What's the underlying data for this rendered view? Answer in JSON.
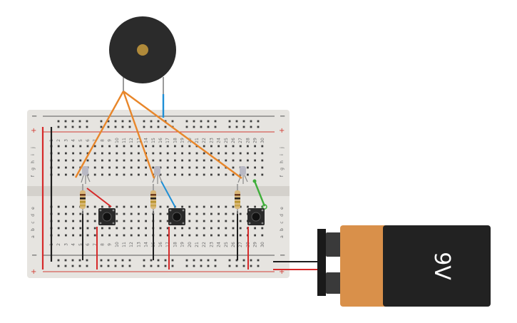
{
  "canvas": {
    "background": "#ffffff"
  },
  "breadboard": {
    "body_color": "#e6e4e0",
    "hole_color": "#3d3d3d",
    "rail_red": "#d23b33",
    "rail_blue": "#5a5a5a",
    "rail_minus_label": "−",
    "rail_plus_label": "+",
    "row_letters_top": [
      "j",
      "i",
      "h",
      "g",
      "f"
    ],
    "row_letters_bottom": [
      "e",
      "d",
      "c",
      "b",
      "a"
    ],
    "column_numbers": [
      "1",
      "2",
      "3",
      "4",
      "5",
      "6",
      "7",
      "8",
      "9",
      "10",
      "11",
      "12",
      "13",
      "14",
      "15",
      "16",
      "17",
      "18",
      "19",
      "20",
      "21",
      "22",
      "23",
      "24",
      "25",
      "26",
      "27",
      "28",
      "29",
      "30"
    ]
  },
  "components": {
    "buzzer": {
      "body_color": "#2b2b2b",
      "center_color": "#b08a3a"
    },
    "battery": {
      "label": "9V",
      "body_color": "#222222",
      "wrap_color": "#d9904a",
      "terminal_color": "#3a3a3a"
    },
    "leds": [
      {
        "name": "led-1",
        "color": "#b9b9c4"
      },
      {
        "name": "led-2",
        "color": "#b9b9c4"
      },
      {
        "name": "led-3",
        "color": "#b9b9c4"
      }
    ],
    "resistors": [
      {
        "name": "resistor-1",
        "body": "#d9b87a"
      },
      {
        "name": "resistor-2",
        "body": "#d9b87a"
      },
      {
        "name": "resistor-3",
        "body": "#d9b87a"
      }
    ],
    "buttons": [
      {
        "name": "pushbutton-1"
      },
      {
        "name": "pushbutton-2"
      },
      {
        "name": "pushbutton-3"
      }
    ]
  },
  "wire_colors": {
    "orange": "#e8862a",
    "blue": "#1e8fd6",
    "red": "#d62a2a",
    "black": "#1e1e1e",
    "green": "#3fae3a"
  }
}
